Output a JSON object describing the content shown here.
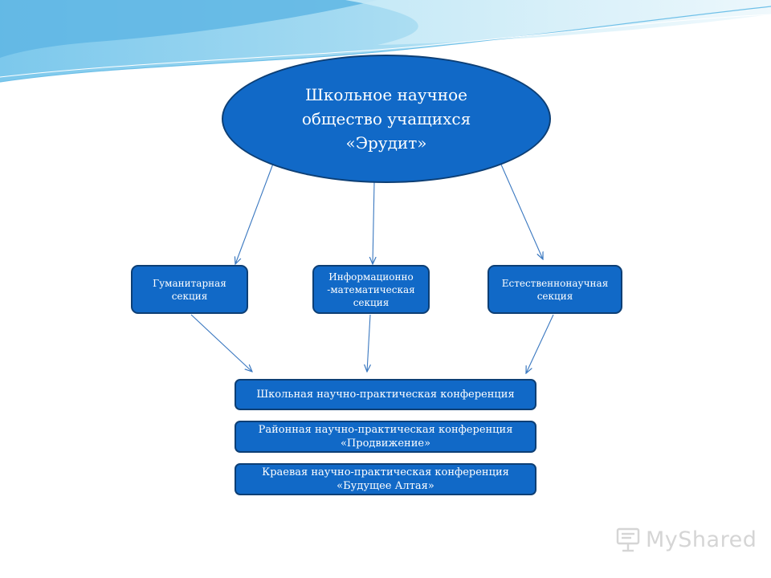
{
  "colors": {
    "node_fill": "#1169c7",
    "node_border": "#0d3f75",
    "arrow": "#3a78c0",
    "wave_light": "#bfe6f5",
    "wave_mid": "#79c6ea",
    "watermark": "#d5d5d5"
  },
  "diagram": {
    "root": {
      "label": "Школьное научное\nобщество учащихся\n«Эрудит»"
    },
    "sections": [
      {
        "label": "Гуманитарная\nсекция"
      },
      {
        "label": "Информационно\n-математическая\nсекция"
      },
      {
        "label": "Естественнонаучная\nсекция"
      }
    ],
    "conferences": [
      {
        "label": "Школьная научно-практическая конференция"
      },
      {
        "label": "Районная научно-практическая конференция\n«Продвижение»"
      },
      {
        "label": "Краевая научно-практическая конференция\n«Будущее Алтая»"
      }
    ],
    "edges": [
      {
        "from": "root",
        "to": "sections.0"
      },
      {
        "from": "root",
        "to": "sections.1"
      },
      {
        "from": "root",
        "to": "sections.2"
      },
      {
        "from": "sections.0",
        "to": "conferences.0"
      },
      {
        "from": "sections.1",
        "to": "conferences.0"
      },
      {
        "from": "sections.2",
        "to": "conferences.0"
      }
    ]
  },
  "watermark": {
    "text": "MyShared",
    "icon": "presentation-board-icon"
  }
}
